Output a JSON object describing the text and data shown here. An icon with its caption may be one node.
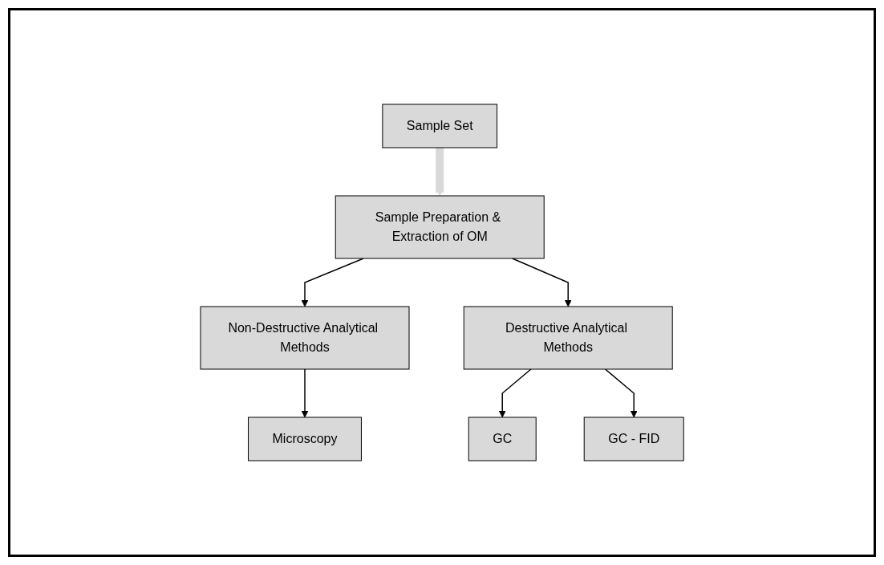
{
  "diagram": {
    "nodes": [
      {
        "text": [
          "Sample Set"
        ]
      },
      {
        "text": [
          "Sample Preparation & Extraction of OM"
        ]
      },
      {
        "text": [
          "Non-Destructive Analytical Methods"
        ]
      },
      {
        "text": [
          "Destructive Analytical Methods"
        ]
      },
      {
        "text": [
          "Microscopy"
        ]
      },
      {
        "text": [
          "GC"
        ]
      },
      {
        "text": [
          "GC - FID"
        ]
      }
    ],
    "edges": [
      {
        "from": 0,
        "to": 1,
        "arrow": "to",
        "style": "thick",
        "color": "#d9d9d9"
      },
      {
        "from": 1,
        "to": 2,
        "arrow": "to"
      },
      {
        "from": 1,
        "to": 3,
        "arrow": "to"
      },
      {
        "from": 2,
        "to": 4,
        "arrow": "to"
      },
      {
        "from": 3,
        "to": 5,
        "arrow": "to"
      },
      {
        "from": 3,
        "to": 6,
        "arrow": "to"
      }
    ]
  }
}
